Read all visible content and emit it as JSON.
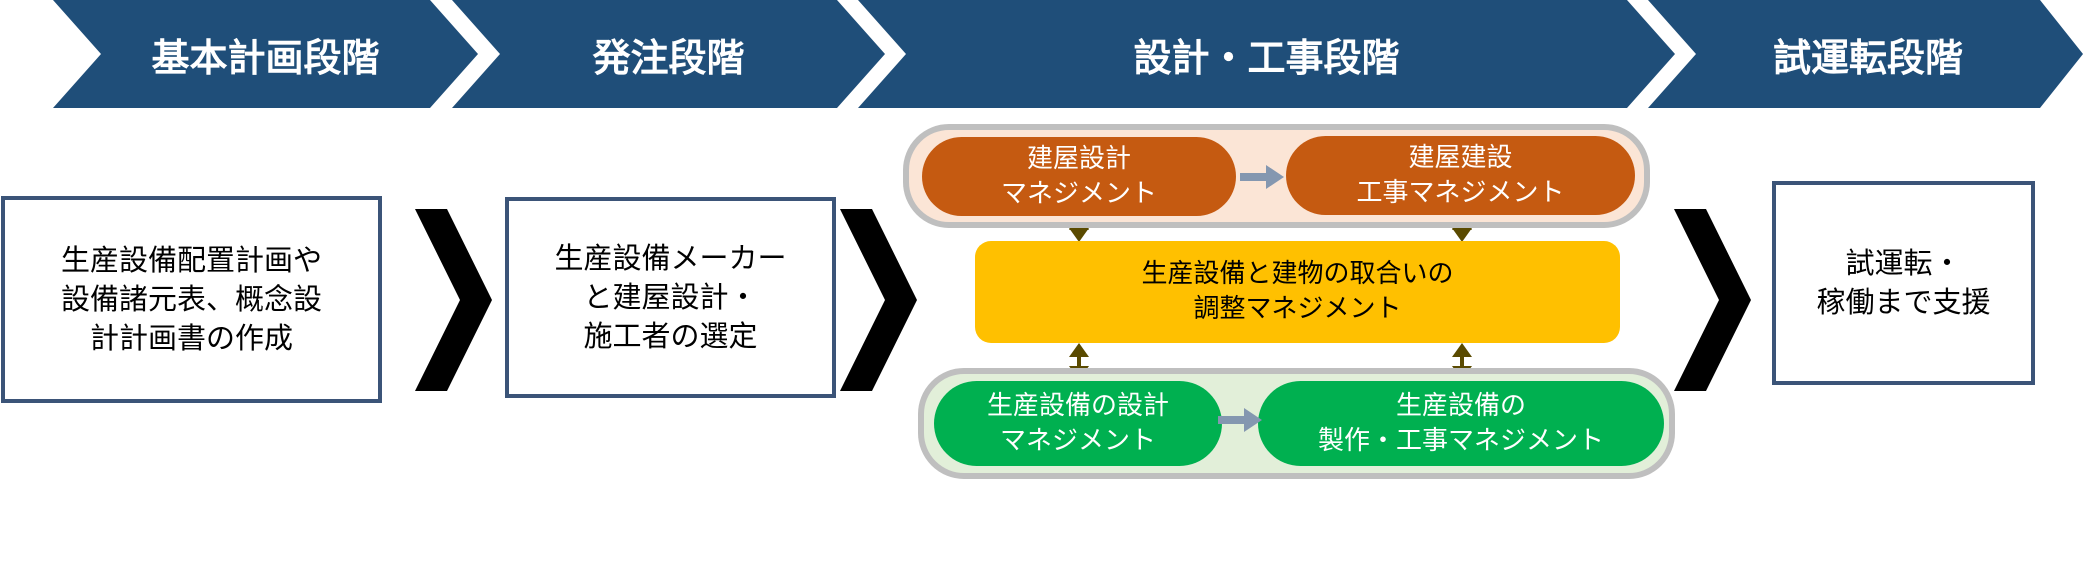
{
  "stages": [
    {
      "label": "基本計画段階"
    },
    {
      "label": "発注段階"
    },
    {
      "label": "設計・工事段階"
    },
    {
      "label": "試運転段階"
    }
  ],
  "steps": {
    "basic_plan": "生産設備配置計画や\n設備諸元表、概念設\n計計画書の作成",
    "ordering": "生産設備メーカー\nと建屋設計・\n施工者の選定",
    "commissioning": "試運転・\n稼働まで支援"
  },
  "building": {
    "design_mgmt": "建屋設計\nマネジメント",
    "construction_mgmt": "建屋建設\n工事マネジメント"
  },
  "coordination": "生産設備と建物の取合いの\n調整マネジメント",
  "equipment": {
    "design_mgmt": "生産設備の設計\nマネジメント",
    "fabrication_mgmt": "生産設備の\n製作・工事マネジメント"
  },
  "colors": {
    "stage_band": "#1f4e79",
    "step_border": "#3b5478",
    "building_pill": "#c55a11",
    "building_frame_bg": "#fbe5d6",
    "equipment_pill": "#00b050",
    "equipment_frame_bg": "#e2efd9",
    "coordination_box": "#ffc000",
    "frame_border": "#bfbfbf",
    "vertical_arrow": "#5a4a00",
    "horizontal_arrow": "#8497b0",
    "chevron": "#000000"
  }
}
